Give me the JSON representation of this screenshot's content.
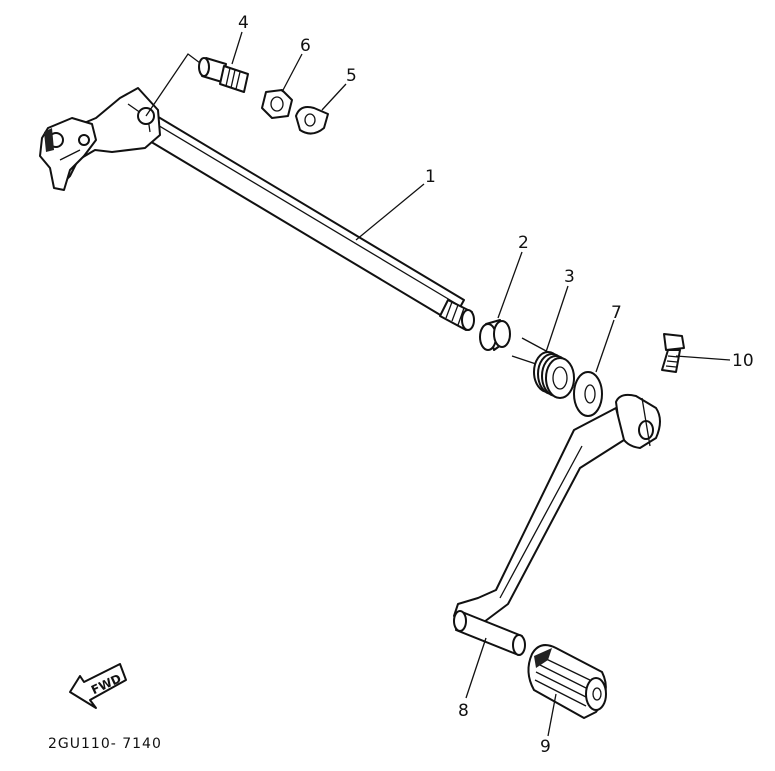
{
  "diagram": {
    "drawing_code": "2GU110- 7140",
    "fwd_label": "FWD",
    "callouts": [
      {
        "id": "1",
        "label": "1"
      },
      {
        "id": "2",
        "label": "2"
      },
      {
        "id": "3",
        "label": "3"
      },
      {
        "id": "4",
        "label": "4"
      },
      {
        "id": "5",
        "label": "5"
      },
      {
        "id": "6",
        "label": "6"
      },
      {
        "id": "7",
        "label": "7"
      },
      {
        "id": "8",
        "label": "8"
      },
      {
        "id": "9",
        "label": "9"
      },
      {
        "id": "10",
        "label": "10"
      }
    ]
  },
  "colors": {
    "ink": "#111111",
    "paper": "#ffffff"
  }
}
